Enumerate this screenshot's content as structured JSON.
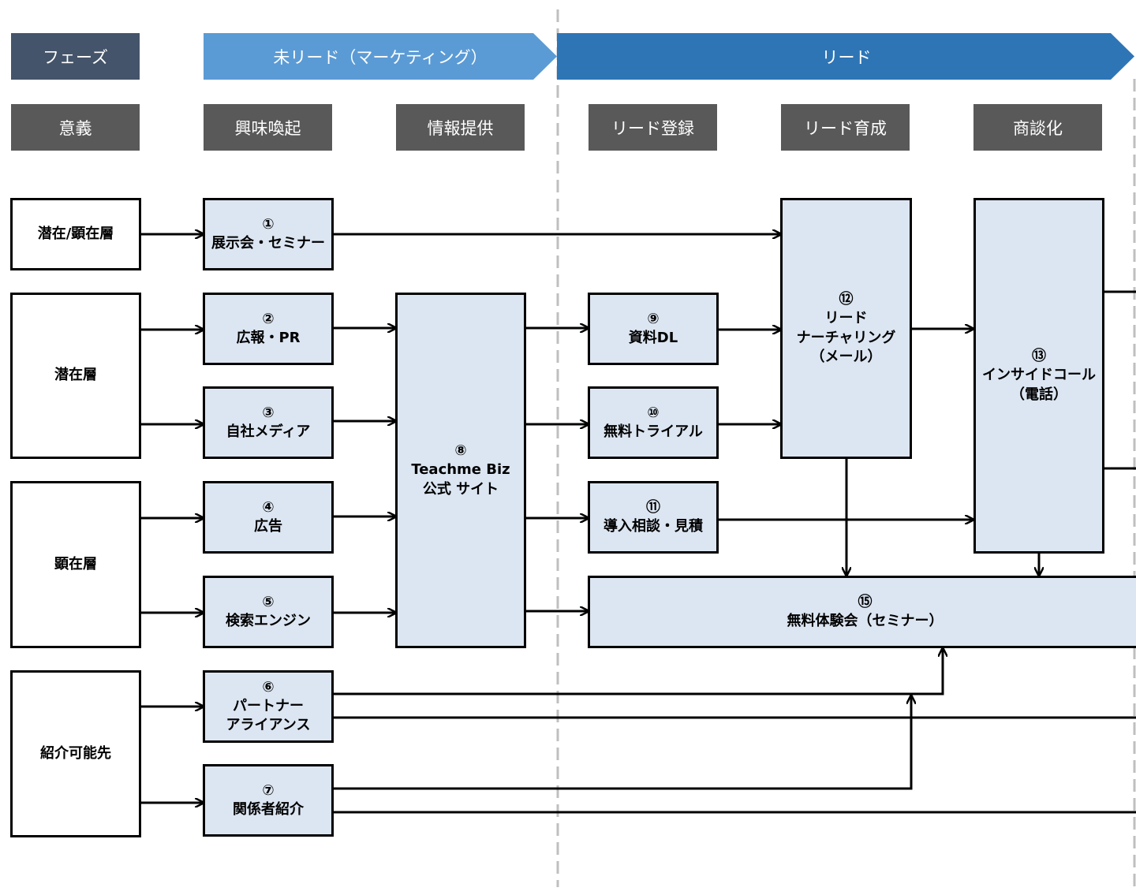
{
  "header": {
    "phase_label": "フェーズ",
    "phase_unlead": "未リード（マーケティング）",
    "phase_lead": "リード",
    "meaning_label": "意義",
    "columns": [
      "興味喚起",
      "情報提供",
      "リード登録",
      "リード育成",
      "商談化"
    ],
    "colors": {
      "phase_label": "#44546a",
      "phase_unlead": "#5b9bd5",
      "phase_lead": "#2e75b6",
      "meaning": "#595959",
      "box_fill": "#dce6f2"
    }
  },
  "segments": {
    "s1": "潜在/顕在層",
    "s2": "潜在層",
    "s3": "顕在層",
    "s4": "紹介可能先"
  },
  "nodes": {
    "n1": {
      "num": "①",
      "label": "展示会・セミナー"
    },
    "n2": {
      "num": "②",
      "label": "広報・PR"
    },
    "n3": {
      "num": "③",
      "label": "自社メディア"
    },
    "n4": {
      "num": "④",
      "label": "広告"
    },
    "n5": {
      "num": "⑤",
      "label": "検索エンジン"
    },
    "n6": {
      "num": "⑥",
      "label": "パートナー\nアライアンス"
    },
    "n7": {
      "num": "⑦",
      "label": "関係者紹介"
    },
    "n8": {
      "num": "⑧",
      "label": "Teachme Biz\n公式 サイト"
    },
    "n9": {
      "num": "⑨",
      "label": "資料DL"
    },
    "n10": {
      "num": "⑩",
      "label": "無料トライアル"
    },
    "n11": {
      "num": "⑪",
      "label": "導入相談・見積"
    },
    "n12": {
      "num": "⑫",
      "label": "リード\nナーチャリング\n（メール）"
    },
    "n13": {
      "num": "⑬",
      "label": "インサイドコール\n（電話）"
    },
    "n15": {
      "num": "⑮",
      "label": "無料体験会（セミナー）"
    }
  }
}
